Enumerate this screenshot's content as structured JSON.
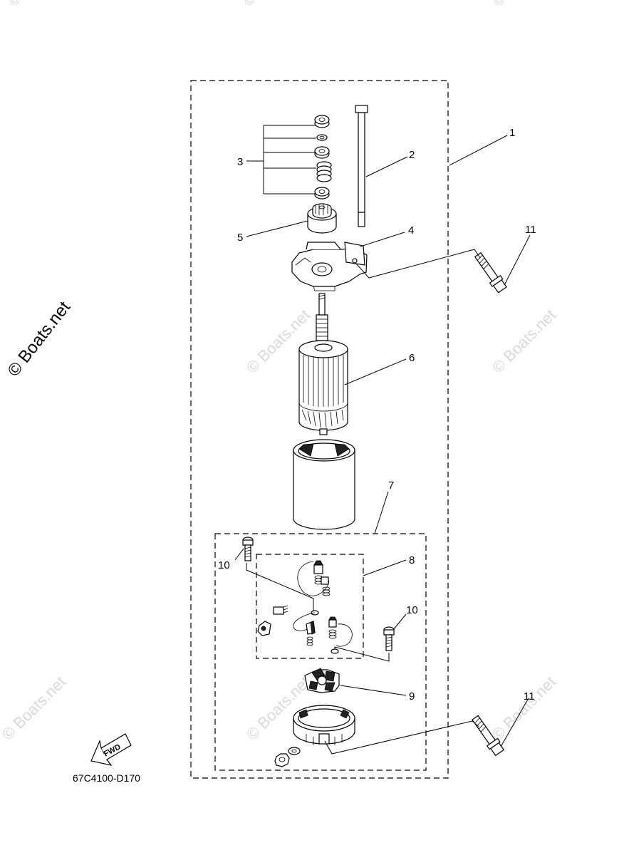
{
  "diagram": {
    "drawing_code": "67C4100-D170",
    "copyright_mark": "© Boats.net",
    "watermark_text": "© Boats.net",
    "fwd_label": "FWD",
    "callouts": [
      {
        "id": "1",
        "label": "1"
      },
      {
        "id": "2",
        "label": "2"
      },
      {
        "id": "3",
        "label": "3"
      },
      {
        "id": "4",
        "label": "4"
      },
      {
        "id": "5",
        "label": "5"
      },
      {
        "id": "6",
        "label": "6"
      },
      {
        "id": "7",
        "label": "7"
      },
      {
        "id": "8",
        "label": "8"
      },
      {
        "id": "9",
        "label": "9"
      },
      {
        "id": "10a",
        "label": "10"
      },
      {
        "id": "10b",
        "label": "10"
      },
      {
        "id": "11a",
        "label": "11"
      },
      {
        "id": "11b",
        "label": "11"
      }
    ]
  }
}
